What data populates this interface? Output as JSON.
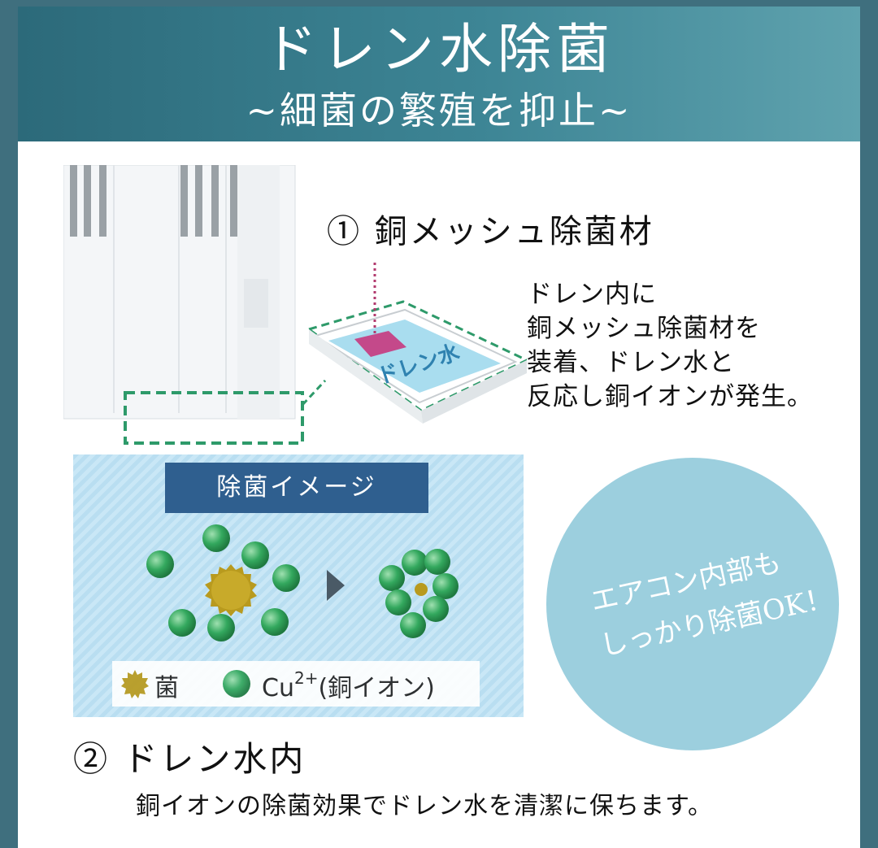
{
  "header": {
    "title": "ドレン水除菌",
    "subtitle": "~細菌の繁殖を抑止~"
  },
  "section1": {
    "title": "① 銅メッシュ除菌材",
    "tray_label": "ドレン水",
    "description": [
      "ドレン内に",
      "銅メッシュ除菌材を",
      "装着、ドレン水と",
      "反応し銅イオンが発生。"
    ]
  },
  "panel": {
    "title": "除菌イメージ",
    "legend_bacteria": "菌",
    "legend_ion": "Cu",
    "legend_ion_sup": "2+",
    "legend_ion_note": "(銅イオン)"
  },
  "callout": {
    "lines": [
      "エアコン内部も",
      "しっかり除菌OK！"
    ]
  },
  "section2": {
    "title": "② ドレン水内",
    "description": "銅イオンの除菌効果でドレン水を清潔に保ちます。"
  },
  "colors": {
    "header_bg": "#2c6a7a",
    "panel_head_bg": "#2f5f8f",
    "callout_bg": "#9ccfde",
    "ion_green": "#2f9a55",
    "bacteria_gold": "#b89a1e",
    "frame_dash": "#2e9a6a"
  }
}
